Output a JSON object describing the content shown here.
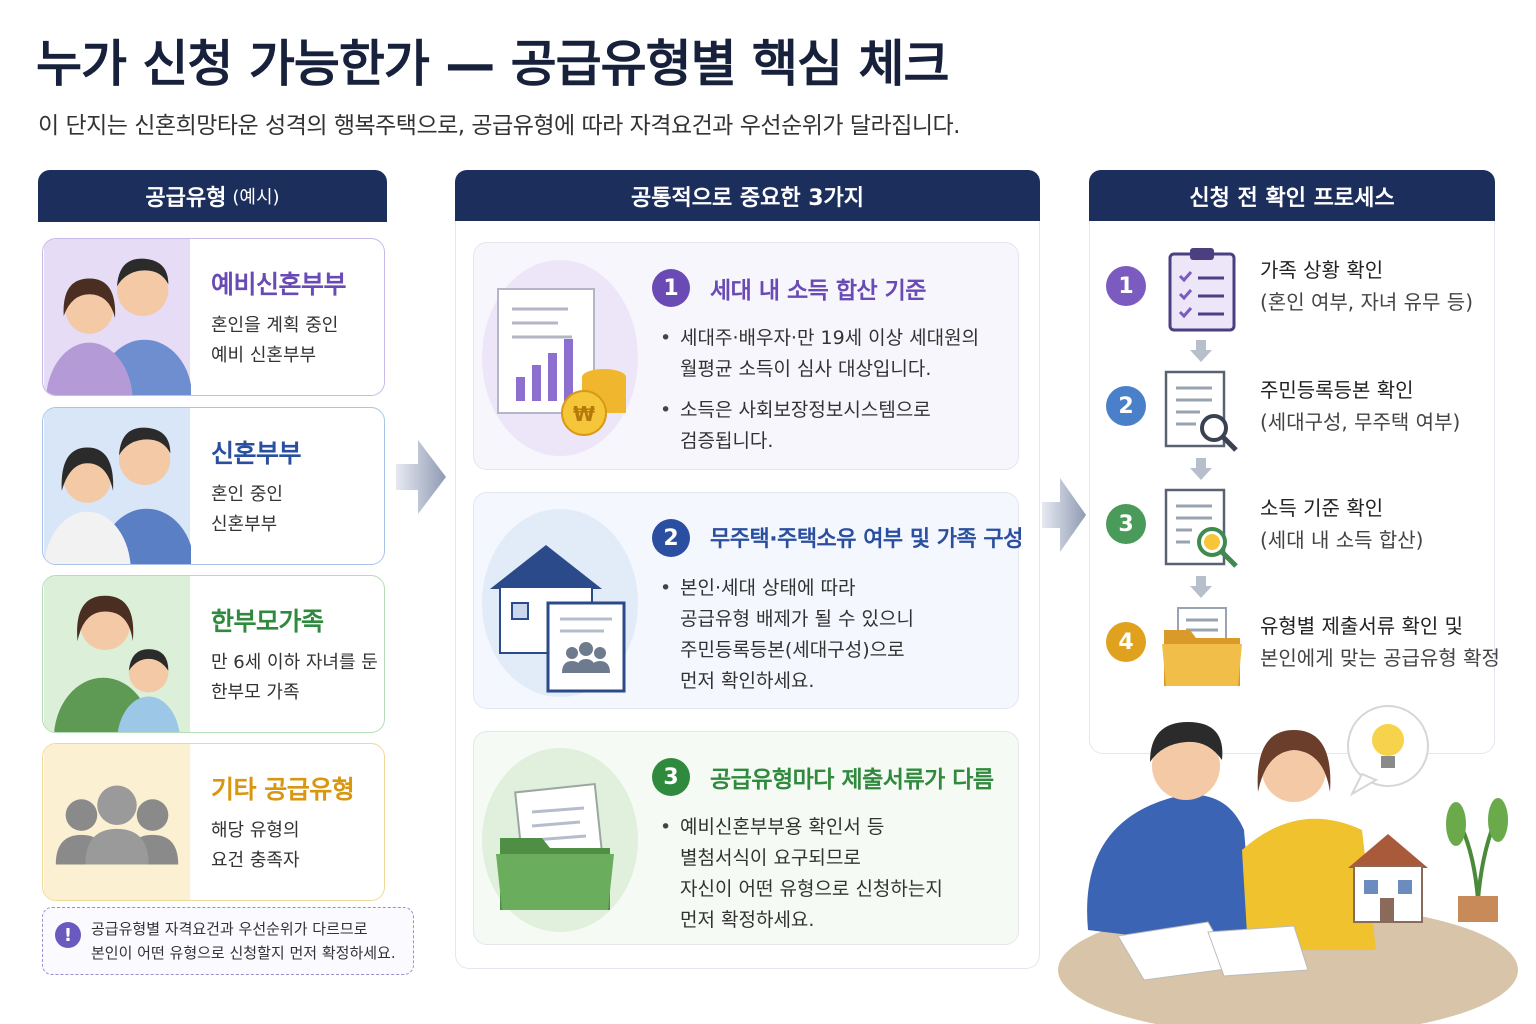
{
  "page": {
    "title": "누가 신청 가능한가 — 공급유형별 핵심 체크",
    "subtitle": "이 단지는 신혼희망타운 성격의 행복주택으로, 공급유형에 따라 자격요건과 우선순위가 달라집니다."
  },
  "left": {
    "header": "공급유형",
    "header_note": "(예시)",
    "cards": [
      {
        "name": "예비신혼부부",
        "lines": [
          "혼인을 계획 중인",
          "예비 신혼부부"
        ],
        "color": "#6a4bb5",
        "icon": "couple-icon"
      },
      {
        "name": "신혼부부",
        "lines": [
          "혼인 중인",
          "신혼부부"
        ],
        "color": "#2a4fa0",
        "icon": "couple-icon"
      },
      {
        "name": "한부모가족",
        "lines": [
          "만 6세 이하 자녀를 둔",
          "한부모 가족"
        ],
        "color": "#2f8a3d",
        "icon": "parent-child-icon"
      },
      {
        "name": "기타 공급유형",
        "lines": [
          "해당 유형의",
          "요건 충족자"
        ],
        "color": "#d9960f",
        "icon": "group-icon"
      }
    ],
    "notice": [
      "공급유형별 자격요건과 우선순위가 다르므로",
      "본인이 어떤 유형으로 신청할지 먼저 확정하세요."
    ]
  },
  "middle": {
    "header": "공통적으로 중요한 3가지",
    "items": [
      {
        "num": "1",
        "title": "세대 내 소득 합산 기준",
        "color": "#6a4bb5",
        "bullets": [
          [
            "세대주·배우자·만 19세 이상 세대원의",
            "월평균 소득이 심사 대상입니다."
          ],
          [
            "소득은 사회보장정보시스템으로",
            "검증됩니다."
          ]
        ]
      },
      {
        "num": "2",
        "title": "무주택·주택소유 여부 및 가족 구성",
        "color": "#2a4fa0",
        "bullets": [
          [
            "본인·세대 상태에 따라",
            "공급유형 배제가 될 수 있으니",
            "주민등록등본(세대구성)으로",
            "먼저 확인하세요."
          ]
        ]
      },
      {
        "num": "3",
        "title": "공급유형마다 제출서류가 다름",
        "color": "#2f8a3d",
        "bullets": [
          [
            "예비신혼부부용 확인서 등",
            "별첨서식이 요구되므로",
            "자신이 어떤 유형으로 신청하는지",
            "먼저 확정하세요."
          ]
        ]
      }
    ]
  },
  "right": {
    "header": "신청 전 확인 프로세스",
    "steps": [
      {
        "num": "1",
        "title": "가족 상황 확인",
        "sub": "(혼인 여부, 자녀 유무 등)",
        "color": "#7b5bc0",
        "icon": "clipboard-icon"
      },
      {
        "num": "2",
        "title": "주민등록등본 확인",
        "sub": "(세대구성, 무주택 여부)",
        "color": "#4a7fc9",
        "icon": "document-search-icon"
      },
      {
        "num": "3",
        "title": "소득 기준 확인",
        "sub": "(세대 내 소득 합산)",
        "color": "#4a9a5a",
        "icon": "income-search-icon"
      },
      {
        "num": "4",
        "title": "유형별 제출서류 확인 및",
        "sub": "본인에게 맞는 공급유형 확정",
        "color": "#e0a21e",
        "icon": "folder-icon"
      }
    ]
  },
  "icons": {
    "income": "₩"
  }
}
